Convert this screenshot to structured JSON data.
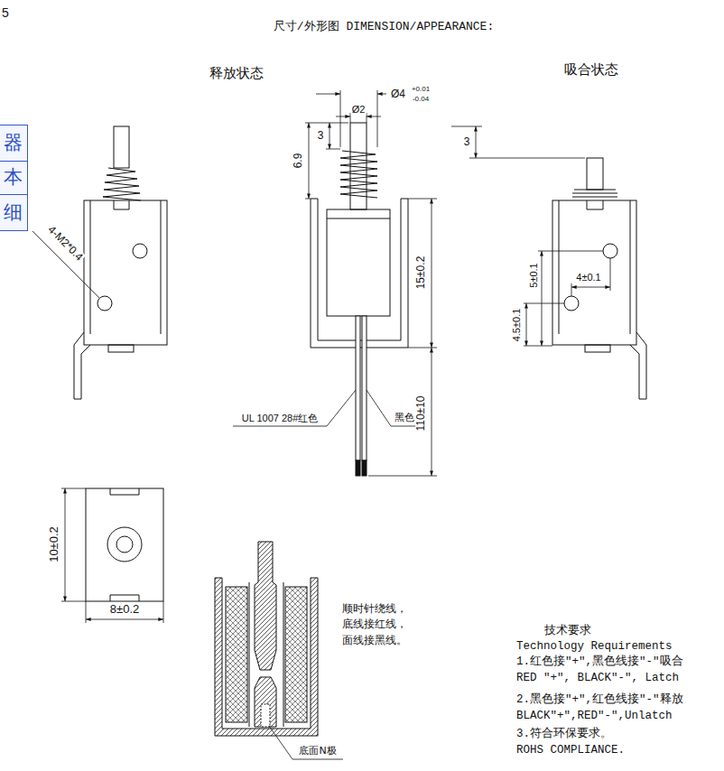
{
  "diagram": {
    "title": "尺寸/外形图 DIMENSION/APPEARANCE:",
    "nodes": [
      {
        "text": [
          "器"
        ]
      },
      {
        "text": [
          "本"
        ]
      },
      {
        "text": [
          "细"
        ]
      }
    ],
    "labels": [
      "5",
      "释放状态",
      "吸合状态",
      "4-M2*0.4",
      "Ø2",
      "Ø4",
      "+0.01",
      "-0.04",
      "3",
      "6.9",
      "3",
      "15±0.2",
      "110±10",
      "UL 1007 28#红色",
      "黑色",
      "4.5±0.1",
      "5±0.1",
      "4±0.1",
      "10±0.2",
      "8±0.2",
      "顺时针绕线， 底线接红线， 面线接黑线。",
      "底面N极",
      "技术要求",
      "Technology Requirements",
      "1.红色接\"+\",黑色线接\"-\"吸合",
      "RED \"+\", BLACK\"-\", Latch",
      "2.黑色接\"+\",红色线接\"-\"释放",
      "BLACK\"+\",RED\"-\",Unlatch",
      "3.符合环保要求。",
      "ROHS COMPLIANCE."
    ]
  }
}
